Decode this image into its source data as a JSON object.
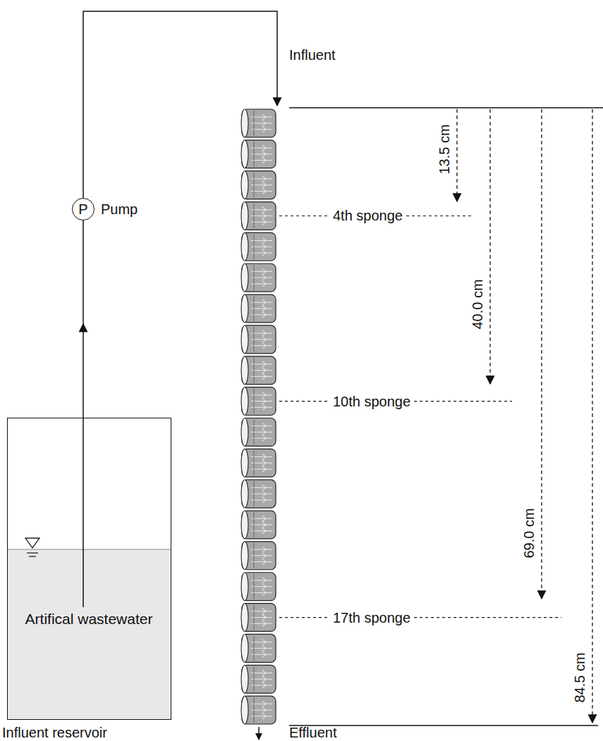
{
  "diagram": {
    "nodes": [
      {
        "text": [
          "Artifical wastewater",
          "Influent reservoir"
        ]
      },
      {
        "text": [
          "P",
          "Pump"
        ]
      }
    ],
    "edges": [
      {
        "from": 0,
        "to": 1,
        "arrow": "to"
      }
    ],
    "labels": [
      "Influent",
      "4th sponge",
      "13.5 cm",
      "40.0 cm",
      "10th sponge",
      "69.0 cm",
      "17th sponge",
      "84.5 cm",
      "Effluent"
    ]
  }
}
